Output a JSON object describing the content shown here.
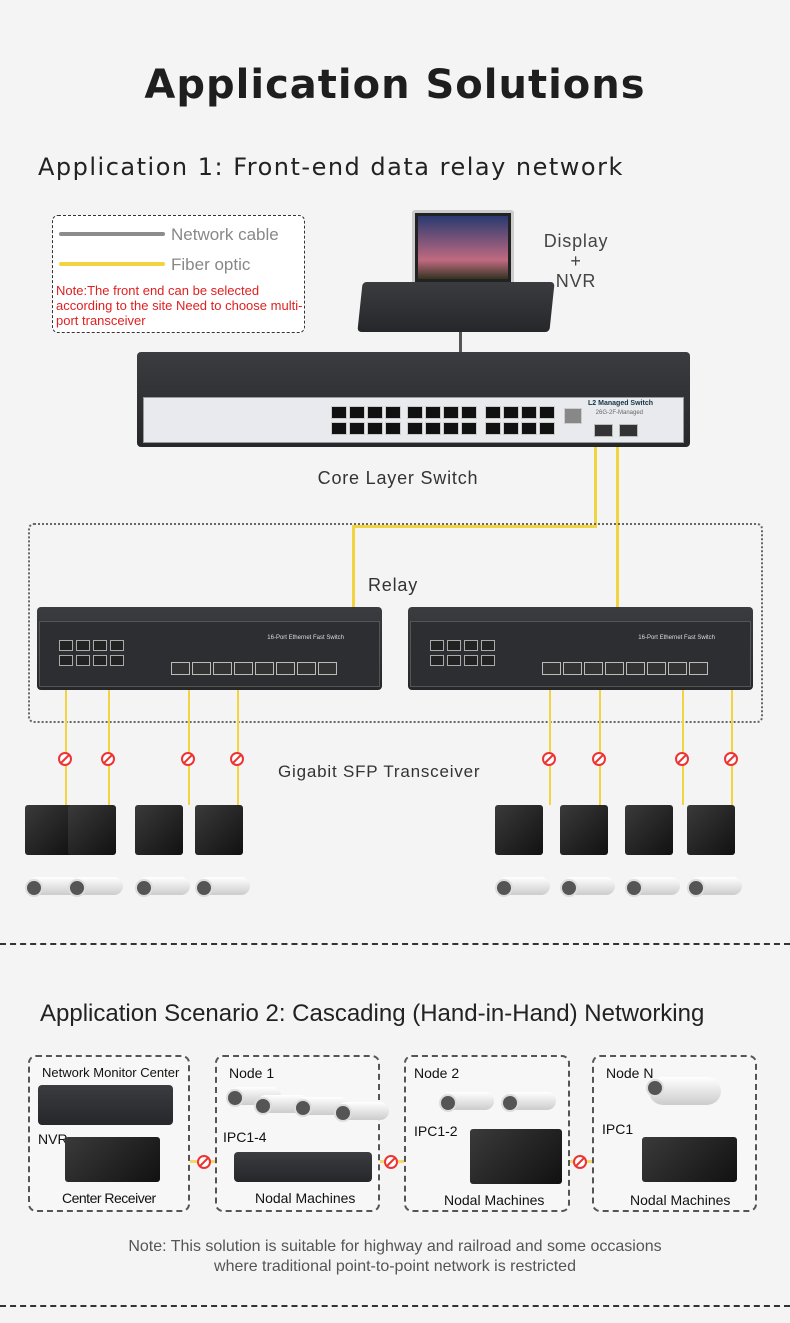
{
  "title": "Application Solutions",
  "app1": {
    "heading": "Application 1: Front-end data relay network",
    "legend": {
      "network_cable": "Network cable",
      "fiber_optic": "Fiber optic",
      "note": "Note:The front end can be selected according to the site Need to choose multi-port transceiver",
      "colors": {
        "network_cable": "#8c8c8c",
        "fiber_optic": "#f2d340",
        "note": "#e02020"
      }
    },
    "display_label": [
      "Display",
      "+",
      "NVR"
    ],
    "core_switch": {
      "label": "Core Layer Switch",
      "brand": "L2 Managed Switch",
      "model": "26G-2F-Managed"
    },
    "relay_label": "Relay",
    "relay_switch": {
      "name": "16-Port Ethernet Fast Switch"
    },
    "transceiver_label": "Gigabit SFP Transceiver"
  },
  "app2": {
    "heading": "Application Scenario 2: Cascading (Hand-in-Hand) Networking",
    "nodes": [
      {
        "title": "Network Monitor Center",
        "device": "NVR",
        "caption": "Center Receiver"
      },
      {
        "title": "Node 1",
        "ipc": "IPC1-4",
        "caption": "Nodal Machines"
      },
      {
        "title": "Node 2",
        "ipc": "IPC1-2",
        "caption": "Nodal Machines"
      },
      {
        "title": "Node N",
        "ipc": "IPC1",
        "caption": "Nodal Machines"
      }
    ],
    "note": [
      "Note: This solution is suitable for highway and railroad and some occasions",
      "where traditional point-to-point network is restricted"
    ]
  }
}
